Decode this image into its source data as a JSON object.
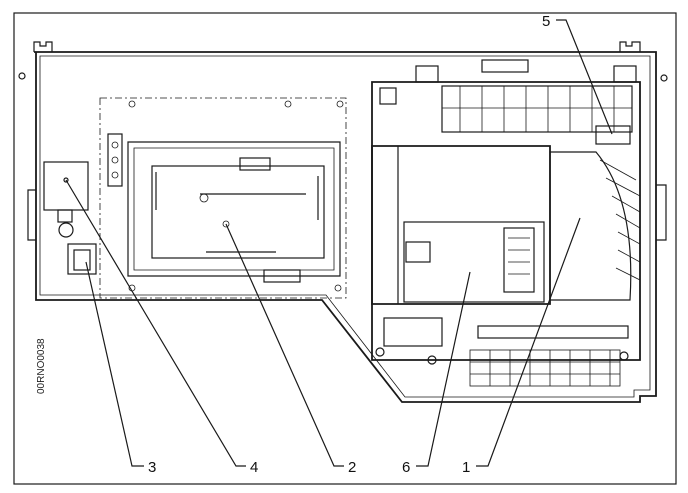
{
  "figure": {
    "doc_id": "00RNO0038",
    "callouts": {
      "c1": "1",
      "c2": "2",
      "c3": "3",
      "c4": "4",
      "c5": "5",
      "c6": "6"
    }
  },
  "colors": {
    "ink": "#1a1a1a",
    "paper": "#ffffff"
  }
}
